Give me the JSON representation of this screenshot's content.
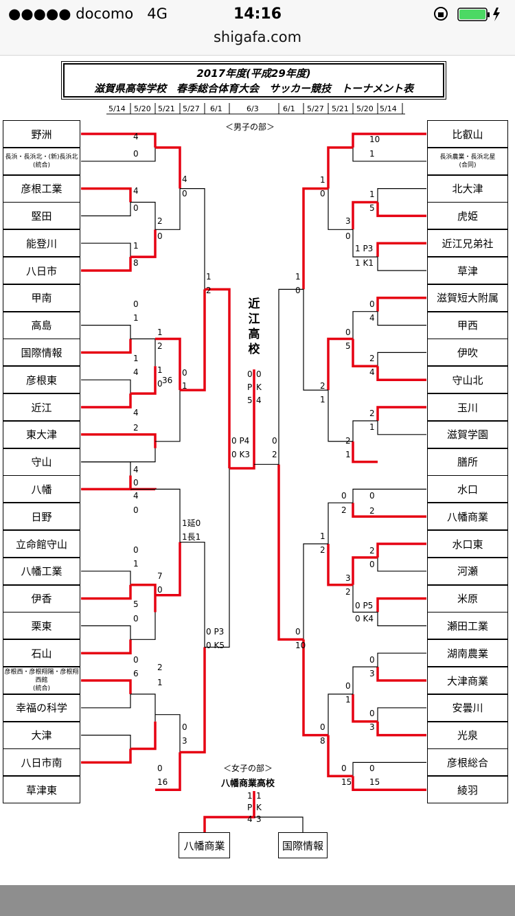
{
  "status": {
    "carrier": "●●●●● docomo",
    "network": "4G",
    "time": "14:16",
    "url": "shigafa.com"
  },
  "title": {
    "line1": "2017年度(平成29年度)",
    "line2": "滋賀県高等学校　春季総合体育大会　サッカー競技　トーナメント表"
  },
  "dates_left": [
    "5/14",
    "5/20",
    "5/21",
    "5/27",
    "6/1"
  ],
  "date_final": "6/3",
  "dates_right": [
    "6/1",
    "5/27",
    "5/21",
    "5/20",
    "5/14"
  ],
  "boys_label": "＜男子の部＞",
  "left_teams": [
    "野洲",
    "長浜・長浜北・(新)長浜北",
    "(統合)",
    "彦根工業",
    "堅田",
    "能登川",
    "八日市",
    "甲南",
    "高島",
    "国際情報",
    "彦根東",
    "近江",
    "東大津",
    "守山",
    "八幡",
    "日野",
    "立命館守山",
    "八幡工業",
    "伊香",
    "栗東",
    "石山",
    "彦根西・彦根翔陽・彦根翔西館",
    "(統合)",
    "幸福の科学",
    "大津",
    "八日市南",
    "草津東"
  ],
  "right_teams": [
    "比叡山",
    "長浜農業・長浜北星",
    "(合同)",
    "北大津",
    "虎姫",
    "近江兄弟社",
    "草津",
    "滋賀短大附属",
    "甲西",
    "伊吹",
    "守山北",
    "玉川",
    "滋賀学園",
    "膳所",
    "水口",
    "八幡商業",
    "水口東",
    "河瀬",
    "米原",
    "瀬田工業",
    "湖南農業",
    "大津商業",
    "安曇川",
    "光泉",
    "彦根総合",
    "綾羽"
  ],
  "champion": {
    "chars": [
      "近",
      "江",
      "高",
      "校"
    ]
  },
  "final_pk": {
    "col1": [
      "0",
      "P",
      "5"
    ],
    "col2": [
      "0",
      "K",
      "4"
    ]
  },
  "scores": {
    "l_r1": [
      "4",
      "0",
      "4",
      "0",
      "1",
      "8",
      "0",
      "1",
      "1",
      "4",
      "4",
      "2",
      "4",
      "0",
      "4",
      "0",
      "0",
      "1",
      "5",
      "0",
      "0",
      "6",
      "0",
      "16"
    ],
    "l_r2": [
      "2",
      "0",
      "1",
      "2",
      "1",
      "0",
      "7",
      "0",
      "2",
      "1"
    ],
    "l_r3": [
      "4",
      "0",
      "0",
      "1",
      "1延0",
      "1長1",
      "0",
      "3"
    ],
    "l_r4": [
      "1",
      "2",
      "0 P3",
      "0 K5"
    ],
    "l_sf": [
      "0 P4",
      "0 K3"
    ],
    "r_sf": [
      "0",
      "2"
    ],
    "r_r4": [
      "1",
      "0",
      "0",
      "10"
    ],
    "r_r3": [
      "1",
      "0",
      "2",
      "1",
      "1",
      "2",
      "0",
      "8"
    ],
    "r_r2": [
      "3",
      "0",
      "0",
      "5",
      "2",
      "1",
      "3",
      "2",
      "0",
      "1"
    ],
    "r_r1": [
      "10",
      "1",
      "1",
      "5",
      "1 P3",
      "1 K1",
      "0",
      "4",
      "2",
      "4",
      "2",
      "1",
      "0",
      "2",
      "2",
      "0",
      "0 P5",
      "0 K4",
      "0",
      "3",
      "0",
      "3",
      "0",
      "15"
    ]
  },
  "girls": {
    "label": "＜女子の部＞",
    "champion": "八幡商業高校",
    "pk_col1": [
      "1",
      "P",
      "4"
    ],
    "pk_col2": [
      "1",
      "K",
      "3"
    ],
    "team_left": "八幡商業",
    "team_right": "国際情報"
  },
  "colors": {
    "win": "#e60012",
    "line": "#000000"
  }
}
